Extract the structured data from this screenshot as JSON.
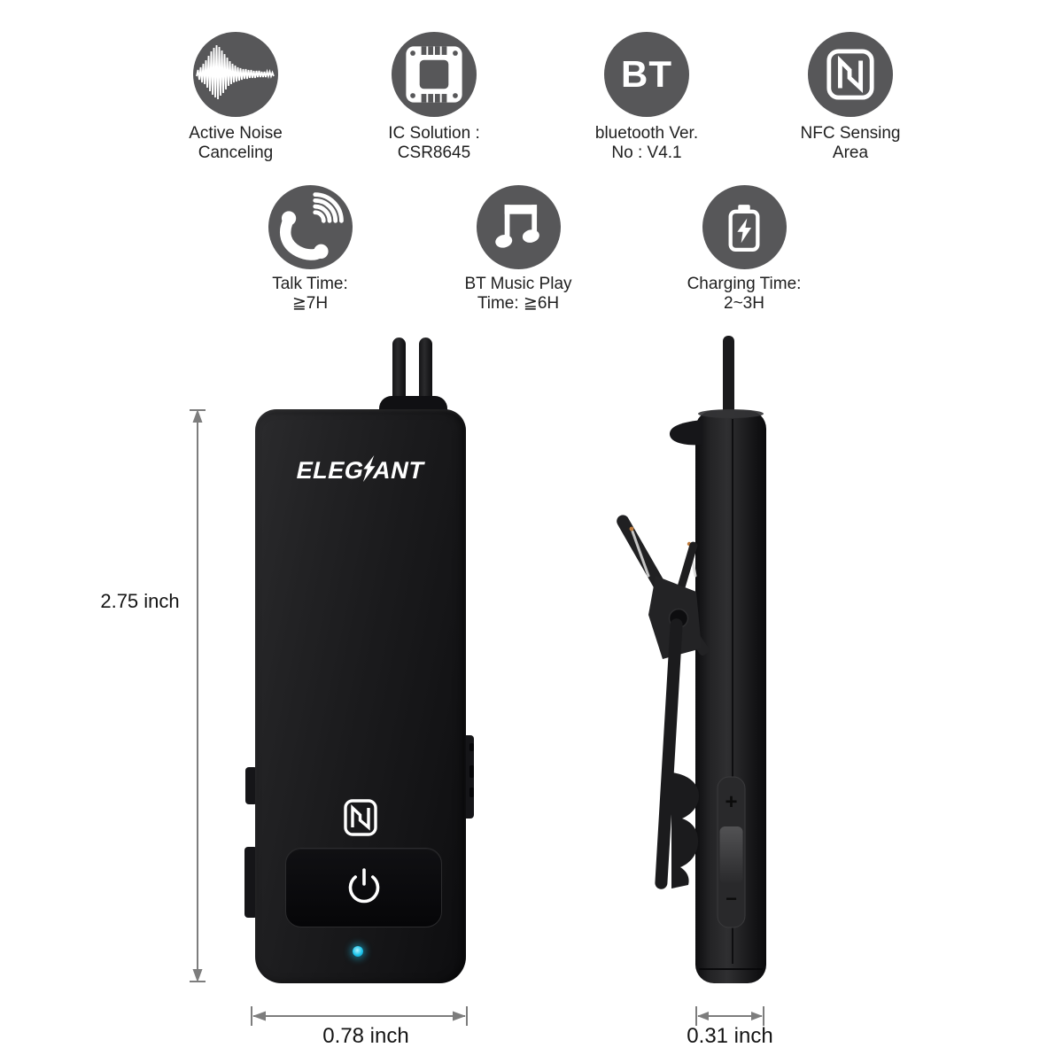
{
  "features": {
    "row1": [
      {
        "name": "active-noise-canceling",
        "icon": "noise-waveform-icon",
        "line1": "Active Noise",
        "line2": "Canceling"
      },
      {
        "name": "ic-solution",
        "icon": "ic-chip-icon",
        "line1": "IC Solution :",
        "line2": "CSR8645"
      },
      {
        "name": "bluetooth-version",
        "icon": "bt-letters-icon",
        "icon_text": "BT",
        "line1": "bluetooth Ver.",
        "line2": "No : V4.1"
      },
      {
        "name": "nfc-sensing-area",
        "icon": "nfc-logo-icon",
        "line1": "NFC Sensing",
        "line2": "Area"
      }
    ],
    "row2": [
      {
        "name": "talk-time",
        "icon": "phone-icon",
        "line1": "Talk Time:",
        "line2": "≧7H"
      },
      {
        "name": "bt-music-play-time",
        "icon": "music-note-icon",
        "line1": "BT Music Play",
        "line2": "Time: ≧6H"
      },
      {
        "name": "charging-time",
        "icon": "battery-charging-icon",
        "line1": "Charging Time:",
        "line2": "2~3H"
      }
    ]
  },
  "device": {
    "brand_prefix": "ELEG",
    "brand_suffix": "ANT",
    "volume_plus": "+",
    "volume_minus": "−"
  },
  "dimensions": {
    "height_label": "2.75 inch",
    "width_label": "0.78 inch",
    "depth_label": "0.31 inch"
  },
  "colors": {
    "icon_circle": "#575759",
    "label_text": "#1f1f1f",
    "device_black": "#1a1a1c",
    "power_panel": "#0a0a0c",
    "led_cyan": "#1cc3ea",
    "dimension_gray": "#7d7d7d"
  }
}
